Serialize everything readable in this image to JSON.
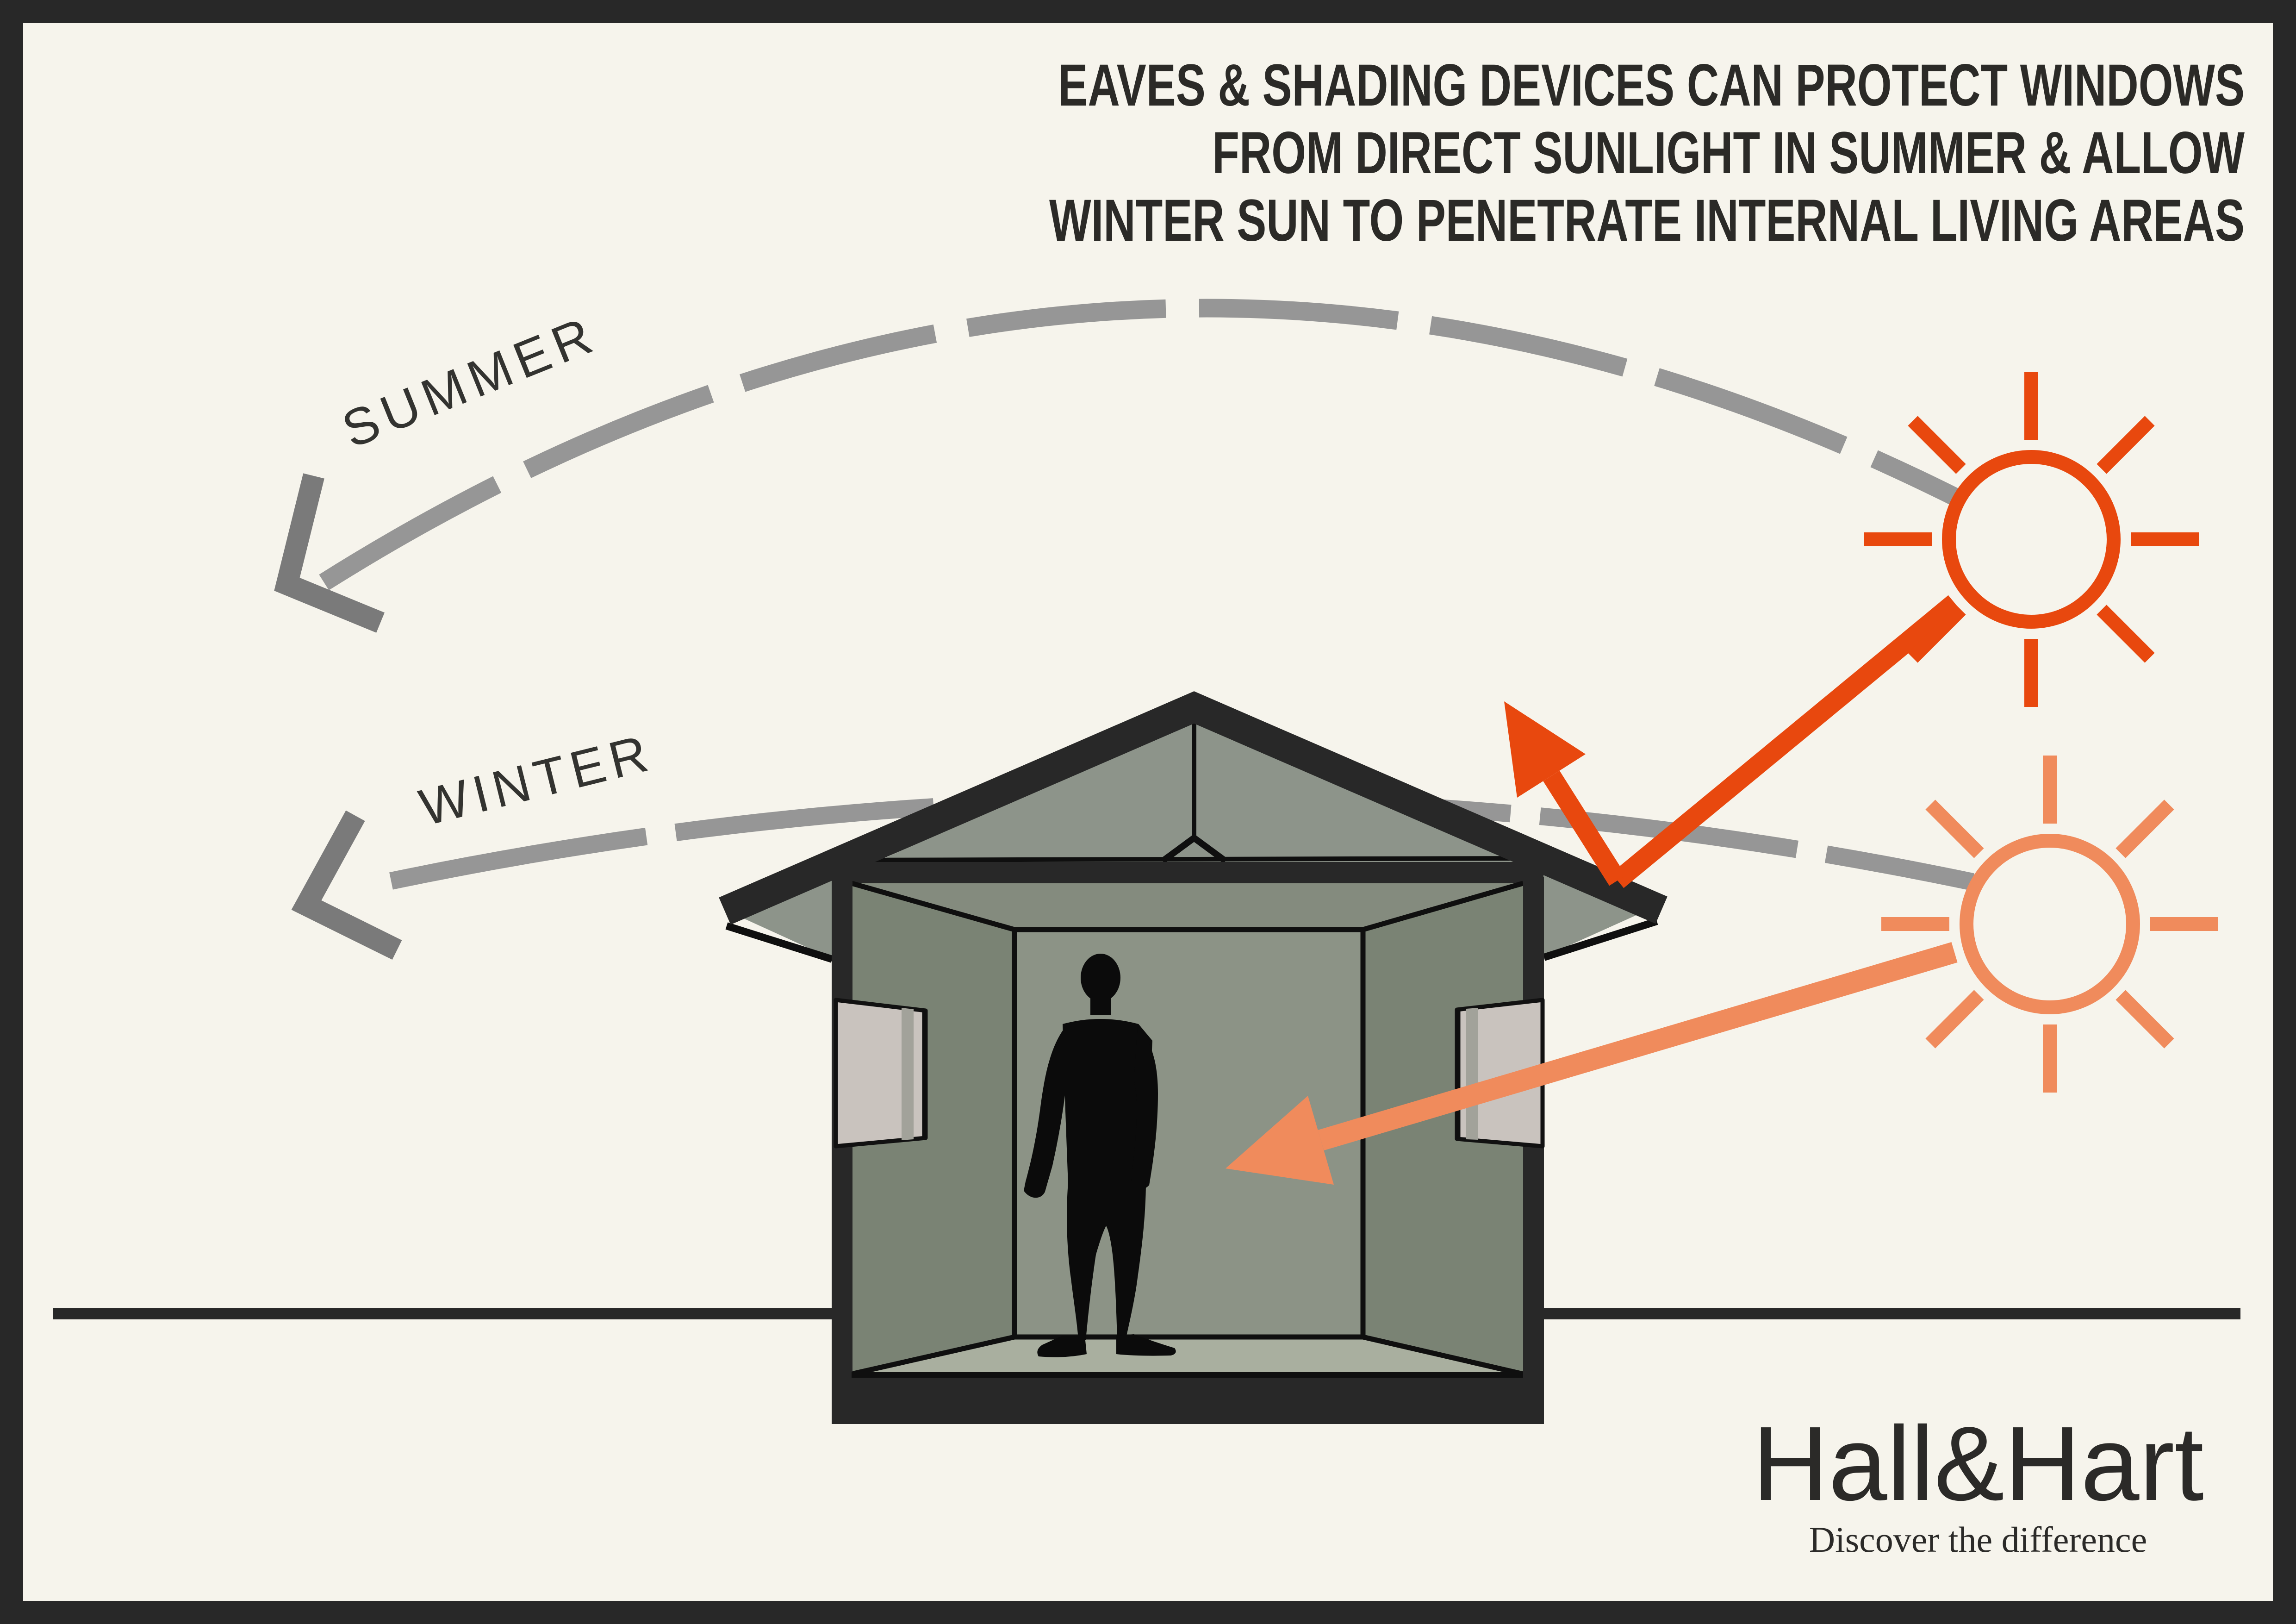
{
  "title": {
    "line1": "EAVES & SHADING DEVICES CAN PROTECT WINDOWS",
    "line2": "FROM DIRECT SUNLIGHT IN SUMMER & ALLOW",
    "line3": "WINTER SUN TO PENETRATE INTERNAL LIVING AREAS"
  },
  "labels": {
    "summer_arc": "SUMMER",
    "winter_arc": "WINTER"
  },
  "logo": {
    "name": "Hall&Hart",
    "tagline": "Discover the difference"
  },
  "diagram": {
    "type": "architectural-section-infographic",
    "elements": [
      "summer sun path arc (high, dashed, arrow to left)",
      "winter sun path arc (low, dashed, arrow to left)",
      "summer sun icon (bright orange outline sun, upper right)",
      "winter sun icon (pale orange outline sun, lower right)",
      "summer ray blocked and reflected upward by roof eave",
      "winter ray passing through window into internal living area",
      "house cross-section with eaves, windows and standing person",
      "ground line"
    ],
    "colors": {
      "background": "#F6F4EC",
      "frame": "#282828",
      "arc_gray": "#969696",
      "arc_arrowhead_gray": "#7A7A7A",
      "summer_orange": "#E8480E",
      "winter_salmon": "#F08B5C",
      "structure_dark": "#282828",
      "roof_soffit_sage": "#8D948A",
      "interior_side_wall": "#7A8374",
      "interior_back_wall": "#8C9386",
      "interior_ceiling": "#848B7E",
      "floor_sage": "#A9AF9F",
      "window_panel": "#C9C3BE",
      "window_stripe": "#A2A29A",
      "person_silhouette": "#0B0B0B",
      "text_dark": "#2B2A27"
    }
  }
}
